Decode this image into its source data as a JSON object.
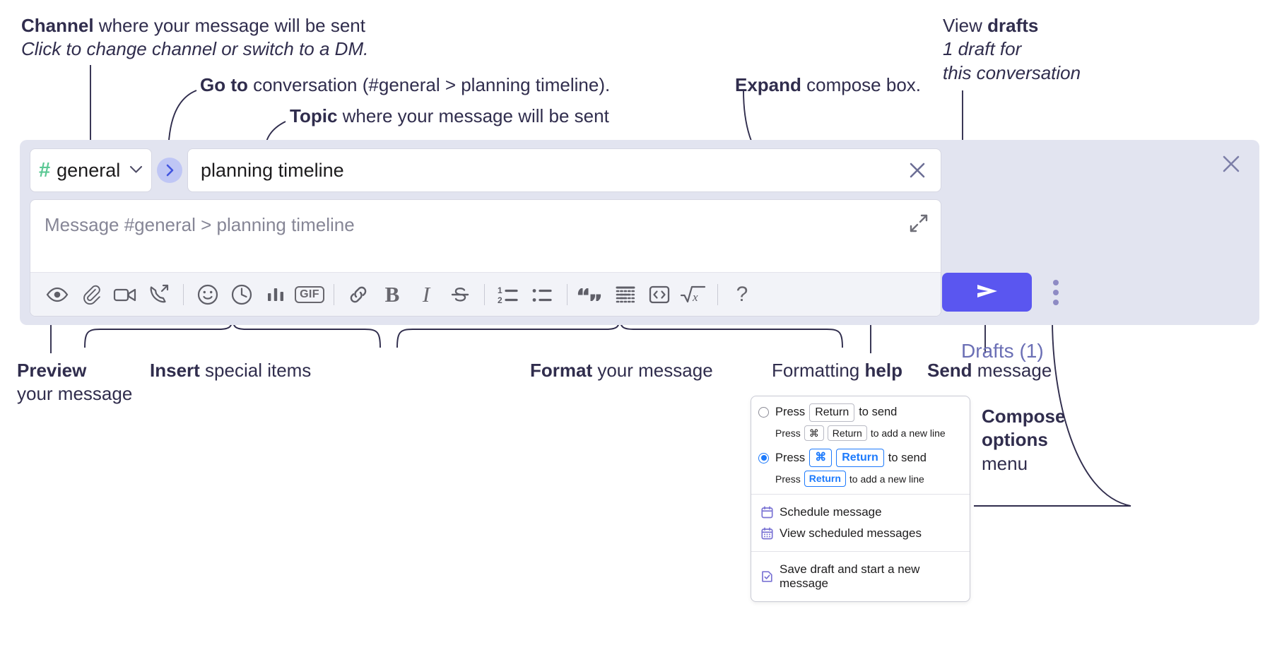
{
  "annotations": {
    "channel": {
      "bold": "Channel",
      "rest": " where your message will be sent",
      "italic": "Click to change channel or switch to a DM."
    },
    "goto": {
      "bold": "Go to",
      "rest": " conversation (#general > planning timeline)."
    },
    "topic": {
      "bold": "Topic",
      "rest": " where your message will be sent"
    },
    "expand": {
      "bold": "Expand",
      "rest": " compose box."
    },
    "drafts": {
      "pre": "View ",
      "bold": "drafts",
      "italic1": "1 draft for",
      "italic2": "this conversation"
    },
    "preview": {
      "bold": "Preview",
      "rest": "your message"
    },
    "insert": {
      "bold": "Insert",
      "rest": " special items"
    },
    "format": {
      "bold": "Format",
      "rest": " your message"
    },
    "formatting_help": {
      "pre": "Formatting ",
      "bold": "help"
    },
    "send": {
      "bold": "Send",
      "rest": " message"
    },
    "compose_options": {
      "bold1": "Compose",
      "bold2": "options",
      "rest": "menu"
    }
  },
  "compose": {
    "channel": {
      "hash": "#",
      "name": "general",
      "chevron": "chevron-down-icon"
    },
    "goto_button": "go-to-conversation-icon",
    "topic": {
      "value": "planning timeline",
      "clear": "close-icon"
    },
    "message": {
      "placeholder": "Message #general > planning timeline"
    },
    "expand_icon": "expand-icon",
    "toolbar": [
      {
        "name": "preview-message",
        "icon": "eye-icon"
      },
      {
        "name": "attach-file",
        "icon": "paperclip-icon"
      },
      {
        "name": "record-video-clip",
        "icon": "video-camera-icon"
      },
      {
        "name": "record-audio-clip",
        "icon": "phone-forward-icon"
      },
      {
        "name": "separator-1",
        "icon": "separator"
      },
      {
        "name": "emoji",
        "icon": "smiley-icon"
      },
      {
        "name": "schedule-send",
        "icon": "clock-icon"
      },
      {
        "name": "create-poll",
        "icon": "bar-chart-icon"
      },
      {
        "name": "insert-gif",
        "icon": "gif-icon",
        "label": "GIF"
      },
      {
        "name": "separator-2",
        "icon": "separator"
      },
      {
        "name": "insert-link",
        "icon": "link-icon"
      },
      {
        "name": "bold",
        "icon": "bold-icon",
        "label": "B"
      },
      {
        "name": "italic",
        "icon": "italic-icon",
        "label": "I"
      },
      {
        "name": "strikethrough",
        "icon": "strikethrough-icon",
        "label": "S"
      },
      {
        "name": "separator-3",
        "icon": "separator"
      },
      {
        "name": "ordered-list",
        "icon": "ordered-list-icon"
      },
      {
        "name": "bulleted-list",
        "icon": "bulleted-list-icon"
      },
      {
        "name": "separator-4",
        "icon": "separator"
      },
      {
        "name": "blockquote",
        "icon": "quote-icon"
      },
      {
        "name": "code-block",
        "icon": "code-block-icon"
      },
      {
        "name": "inline-code",
        "icon": "code-icon"
      },
      {
        "name": "math",
        "icon": "math-sqrt-icon"
      },
      {
        "name": "separator-5",
        "icon": "separator"
      },
      {
        "name": "formatting-help",
        "icon": "question-mark-icon",
        "label": "?"
      }
    ],
    "close_icon": "close-icon",
    "drafts_link": "Drafts (1)",
    "send_icon": "send-paper-plane-icon",
    "kebab_icon": "more-options-icon"
  },
  "menu": {
    "options": [
      {
        "selected": false,
        "main_pre": "Press",
        "main_key": "Return",
        "main_post": "to send",
        "sub_pre": "Press",
        "sub_key1": "⌘",
        "sub_key2": "Return",
        "sub_post": "to add a new line"
      },
      {
        "selected": true,
        "main_pre": "Press",
        "main_key1": "⌘",
        "main_key2": "Return",
        "main_post": "to send",
        "sub_pre": "Press",
        "sub_key": "Return",
        "sub_post": "to add a new line"
      }
    ],
    "items": [
      {
        "label": "Schedule message",
        "icon": "calendar-icon"
      },
      {
        "label": "View scheduled messages",
        "icon": "calendar-grid-icon"
      },
      {
        "label": "Save draft and start a new message",
        "icon": "save-draft-icon"
      }
    ]
  },
  "colors": {
    "accent_send": "#5a56f0",
    "channel_hash": "#5bc894",
    "drafts_text": "#6b6fb5",
    "compose_bg": "#e2e4f0",
    "radio_blue": "#1d7afc",
    "menu_icon": "#7b74d4"
  }
}
